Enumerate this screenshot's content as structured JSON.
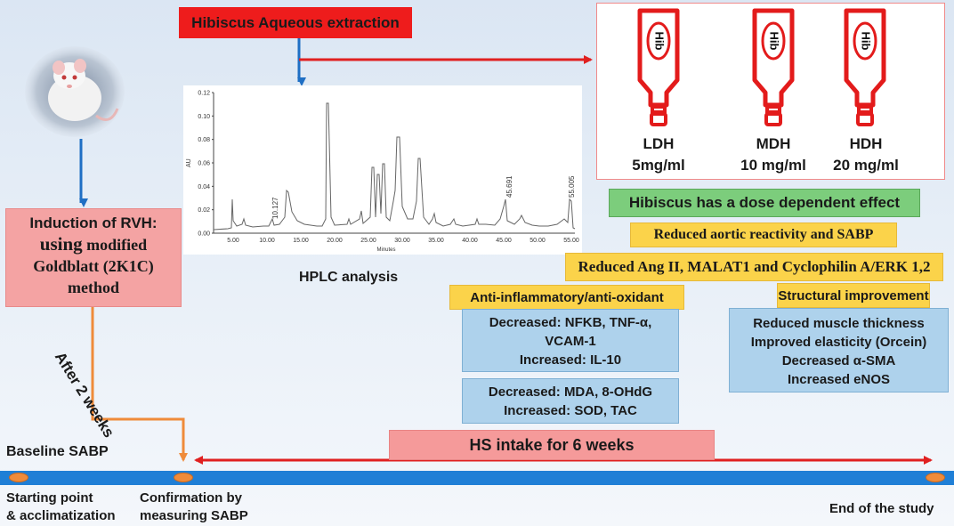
{
  "header": {
    "extraction_label": "Hibiscus Aqueous extraction"
  },
  "rvh": {
    "line1": "Induction of RVH:",
    "line2_using": "using",
    "line2_rest": " modified",
    "line3": "Goldblatt (2K1C)",
    "line4": "method"
  },
  "after_label": "After 2 weeks",
  "hplc": {
    "label": "HPLC analysis",
    "ylabel": "AU",
    "xlabel": "Minutes",
    "y_ticks": [
      "0.12",
      "0.10",
      "0.08",
      "0.06",
      "0.04",
      "0.02",
      "0.00"
    ],
    "x_ticks": [
      "5.00",
      "10.00",
      "15.00",
      "20.00",
      "25.00",
      "30.00",
      "35.00",
      "40.00",
      "45.00",
      "50.00",
      "55.00"
    ],
    "peak_labels": [
      "10.127",
      "45.691",
      "55.005"
    ]
  },
  "bottles": {
    "bottle_text": "Hib",
    "doses": [
      {
        "name": "LDH",
        "conc": "5mg/ml"
      },
      {
        "name": "MDH",
        "conc": "10 mg/ml"
      },
      {
        "name": "HDH",
        "conc": "20 mg/ml"
      }
    ]
  },
  "effects": {
    "dose_dependent": "Hibiscus has a dose dependent effect",
    "aortic": "Reduced aortic reactivity and SABP",
    "ang": "Reduced Ang II, MALAT1 and Cyclophilin A/ERK 1,2",
    "anti_inflammatory": "Anti-inflammatory/anti-oxidant",
    "structural": "Structural improvement",
    "inflammation_box": [
      "Decreased: NFKB, TNF-α,",
      "VCAM-1",
      "Increased: IL-10"
    ],
    "oxidant_box": [
      "Decreased: MDA, 8-OHdG",
      "Increased: SOD, TAC"
    ],
    "structural_box": [
      "Reduced muscle thickness",
      "Improved elasticity (Orcein)",
      "Decreased α-SMA",
      "Increased eNOS"
    ]
  },
  "timeline": {
    "hs_intake": "HS intake for 6 weeks",
    "baseline": "Baseline SABP",
    "start_line1": "Starting point",
    "start_line2": "& acclimatization",
    "confirm_line1": "Confirmation by",
    "confirm_line2": "measuring SABP",
    "end": "End of the study"
  },
  "colors": {
    "red_box": "#ee1c1c",
    "pink_box": "#f4a3a3",
    "green_box": "#7ccd7c",
    "yellow_box": "#fbd34a",
    "blue_box": "#aed2ec",
    "timeline": "#1f7fd6",
    "orange": "#ef8b3a"
  }
}
